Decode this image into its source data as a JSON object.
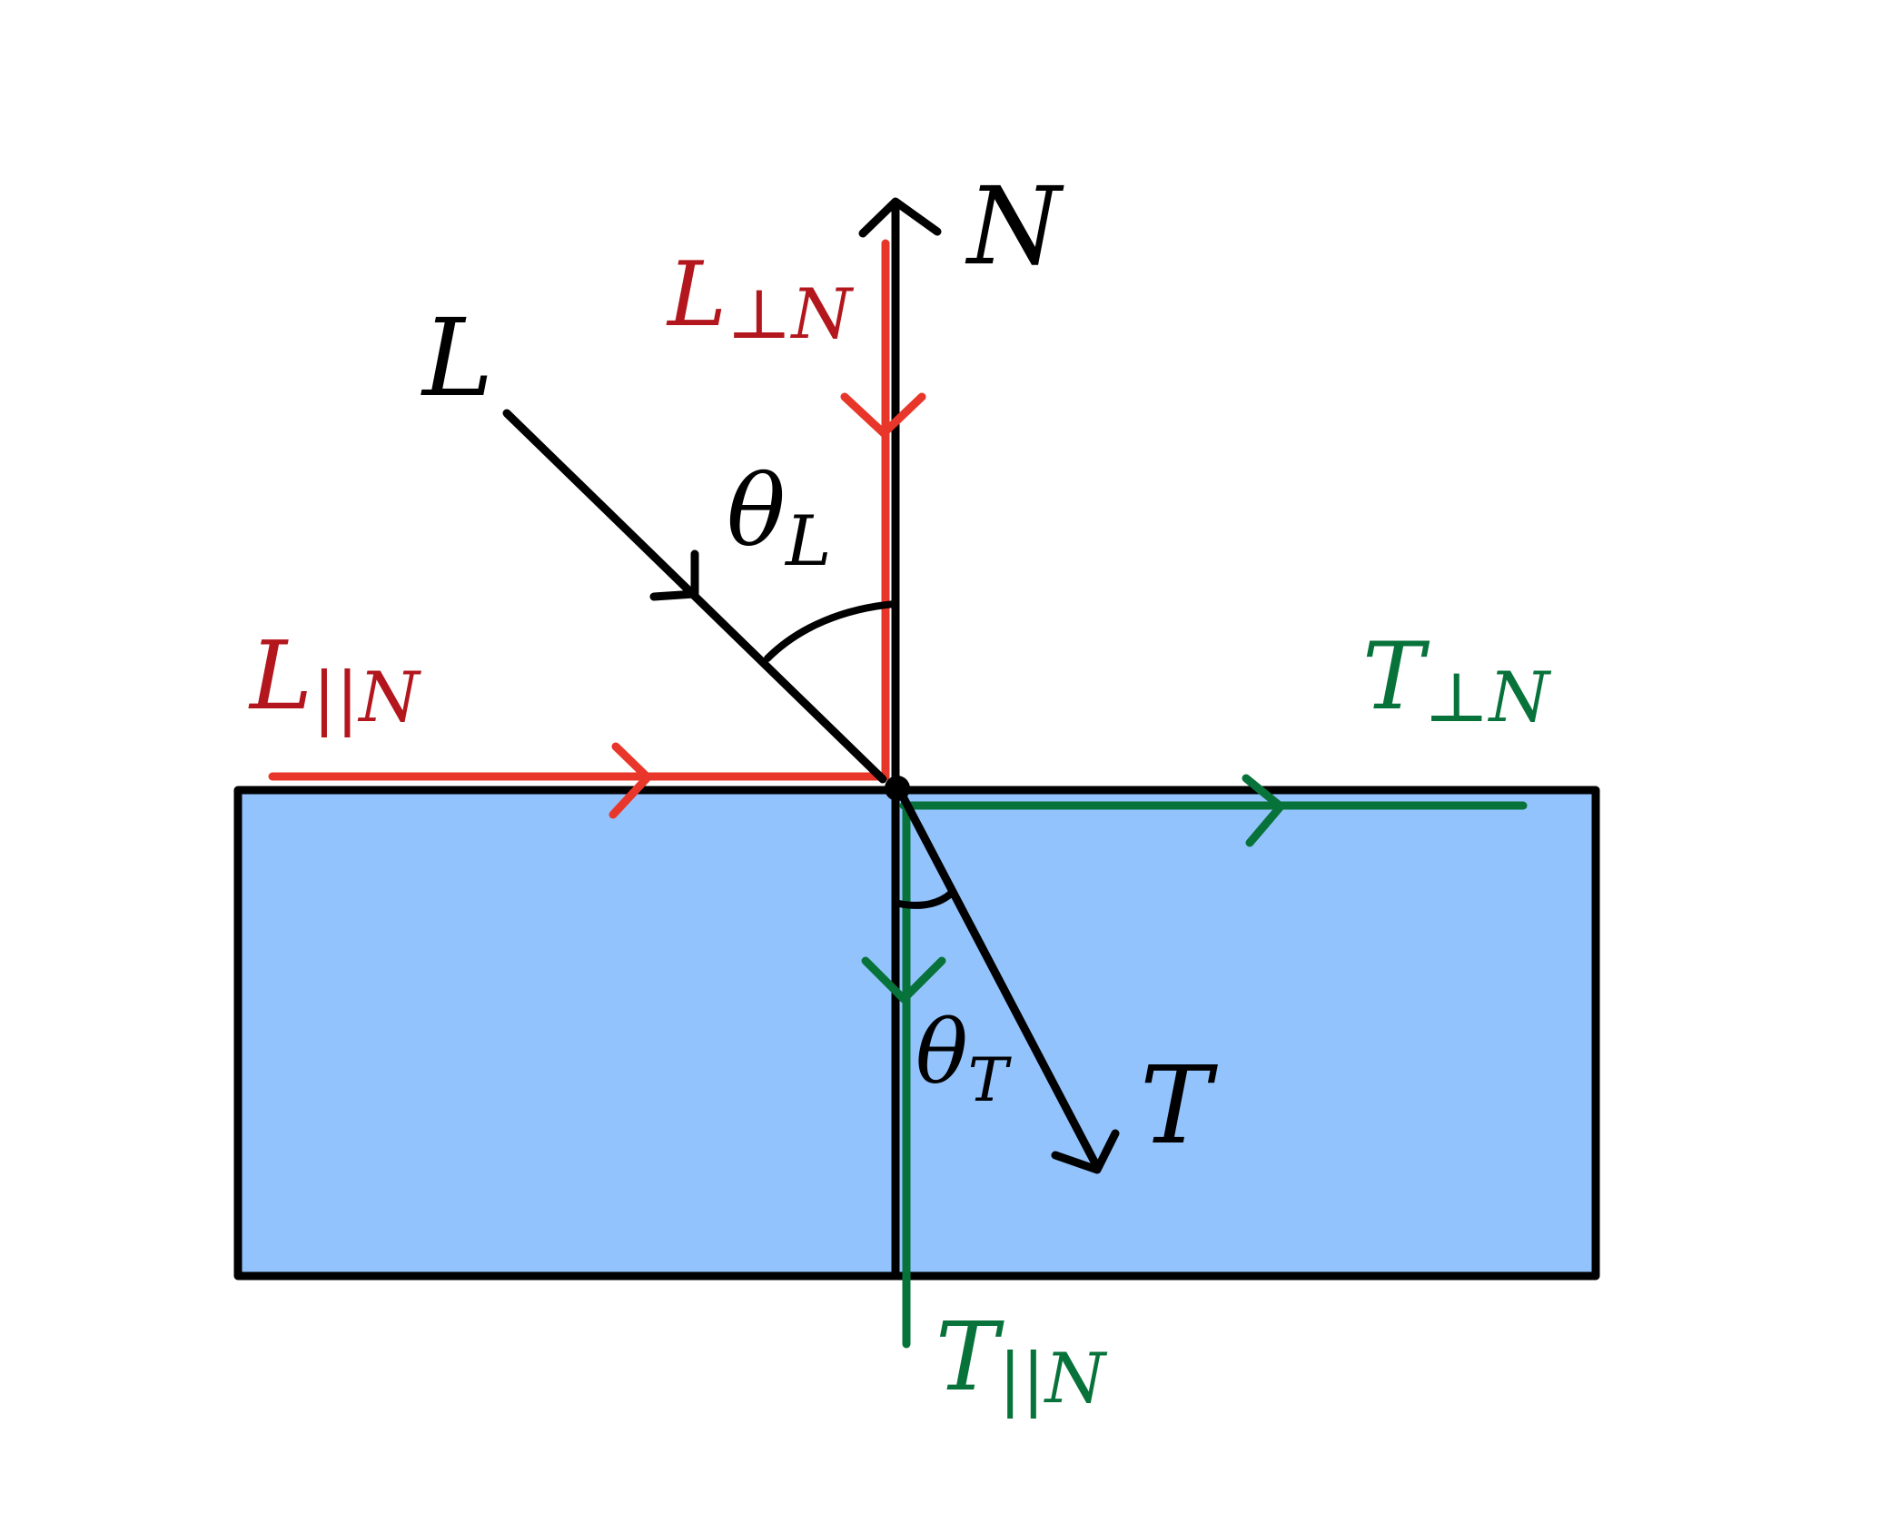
{
  "colors": {
    "background": "#ffffff",
    "medium_fill": "#93c3fc",
    "outline": "#000000",
    "incident_components": "#e8372a",
    "incident_labels": "#b3161c",
    "transmitted_components": "#07733b"
  },
  "labels": {
    "normal": "N",
    "incident": "L",
    "transmitted": "T",
    "theta_symbol": "θ",
    "theta_incident_sub": "L",
    "theta_transmitted_sub": "T",
    "incident_perp": {
      "base": "L",
      "sub": "⊥N"
    },
    "incident_par": {
      "base": "L",
      "sub": "||N"
    },
    "transmitted_perp": {
      "base": "T",
      "sub": "⊥N"
    },
    "transmitted_par": {
      "base": "T",
      "sub": "||N"
    }
  }
}
